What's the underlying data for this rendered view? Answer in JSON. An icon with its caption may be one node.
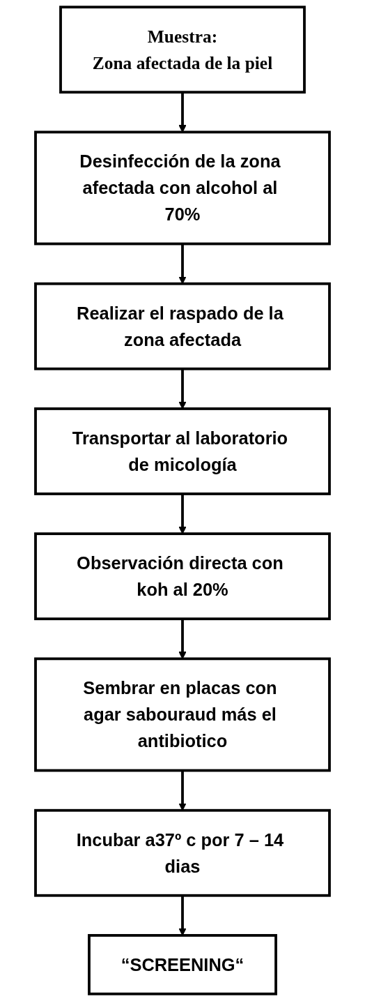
{
  "diagram": {
    "nodes": [
      {
        "text": [
          "Muestra:",
          "Zona afectada de la piel"
        ]
      },
      {
        "text": [
          "Desinfección de la zona afectada con alcohol al 70%"
        ]
      },
      {
        "text": [
          "Realizar el raspado de la zona afectada"
        ]
      },
      {
        "text": [
          "Transportar al laboratorio de micología"
        ]
      },
      {
        "text": [
          "Observación directa con koh al 20%"
        ]
      },
      {
        "text": [
          "Sembrar en placas con agar sabouraud más el antibiotico"
        ]
      },
      {
        "text": [
          "Incubar a37º c por 7 – 14 dias"
        ]
      },
      {
        "text": [
          "“SCREENING“"
        ]
      }
    ],
    "edges": [
      {
        "from": 0,
        "to": 1,
        "arrow": "to"
      },
      {
        "from": 1,
        "to": 2,
        "arrow": "to"
      },
      {
        "from": 2,
        "to": 3,
        "arrow": "to"
      },
      {
        "from": 3,
        "to": 4,
        "arrow": "to"
      },
      {
        "from": 4,
        "to": 5,
        "arrow": "to"
      },
      {
        "from": 5,
        "to": 6,
        "arrow": "to"
      },
      {
        "from": 6,
        "to": 7,
        "arrow": "to"
      }
    ]
  }
}
